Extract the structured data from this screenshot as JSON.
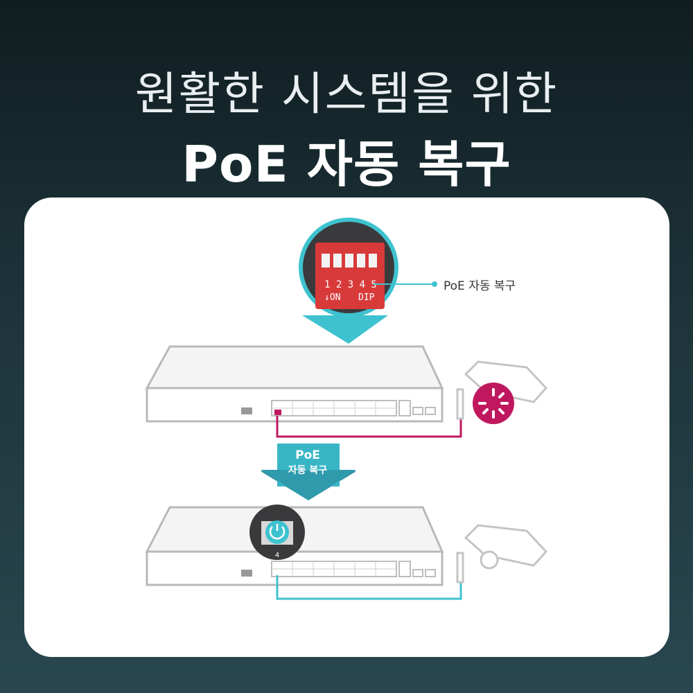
{
  "header": {
    "line1": "원활한 시스템을 위한",
    "line2": "PoE 자동 복구"
  },
  "callout": {
    "label": "PoE 자동 복구",
    "dip_numbers": "1 2 3 4 5",
    "dip_on": "↓ON",
    "dip_text": "DIP"
  },
  "arrow": {
    "line1": "PoE",
    "line2": "자동 복구"
  },
  "port_number": "4",
  "colors": {
    "accent_cyan": "#3ec2cf",
    "accent_magenta": "#c0185f",
    "dip_red": "#d83a3a"
  }
}
